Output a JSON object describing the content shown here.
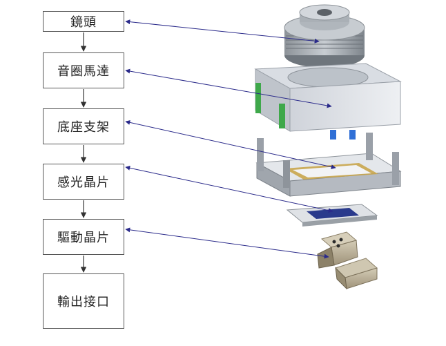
{
  "diagram": {
    "components": [
      {
        "label": "鏡頭"
      },
      {
        "label": "音圈馬達"
      },
      {
        "label": "底座支架"
      },
      {
        "label": "感光晶片"
      },
      {
        "label": "驅動晶片"
      },
      {
        "label": "輸出接口"
      }
    ],
    "colors": {
      "box_border": "#555555",
      "line": "#333333",
      "arrow": "#2a2a8a",
      "lens_body": "#a6acb2",
      "motor_body": "#e8eaee",
      "motor_clip": "#3ea84a",
      "motor_pins": "#2f6fd6",
      "holder_gold": "#c9a64e",
      "sensor_die": "#2a3a8c",
      "driver_chip": "#b7aa8e"
    }
  }
}
